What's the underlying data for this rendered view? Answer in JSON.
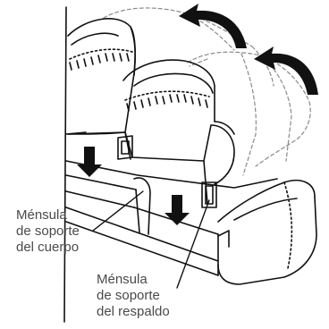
{
  "callouts": {
    "body_bracket": {
      "lines": [
        "Ménsula",
        "de soporte",
        "del cuerpo"
      ]
    },
    "backrest_bracket": {
      "lines": [
        "Ménsula",
        "de soporte",
        "del respaldo"
      ]
    }
  },
  "colors": {
    "line": "#111111",
    "dashed_outline": "#8a8a8a",
    "label_text": "#4a4a4a",
    "background": "#ffffff"
  },
  "icons": {
    "rotation_arrows": "curved-arrow-icon",
    "push_arrows": "down-arrow-icon"
  }
}
